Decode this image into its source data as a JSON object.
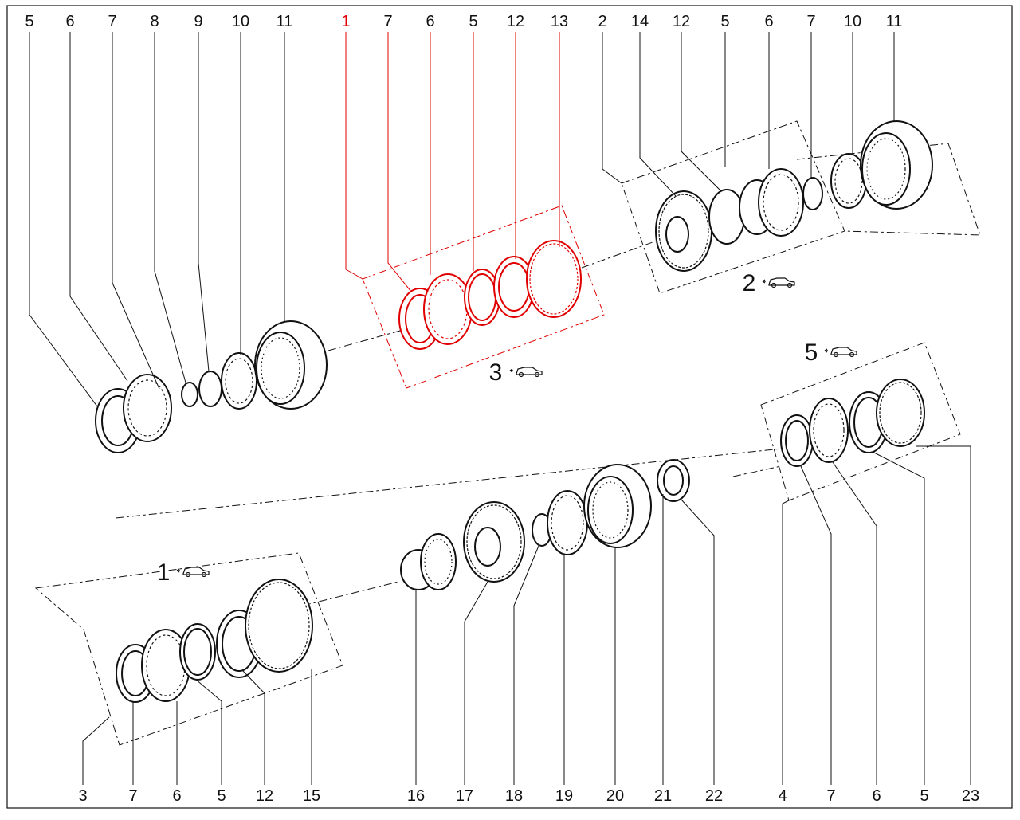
{
  "top_labels": [
    "5",
    "6",
    "7",
    "8",
    "9",
    "10",
    "11",
    "1",
    "7",
    "6",
    "5",
    "12",
    "13",
    "2",
    "14",
    "12",
    "5",
    "6",
    "7",
    "10",
    "11"
  ],
  "bottom_labels": [
    "3",
    "7",
    "6",
    "5",
    "12",
    "15",
    "16",
    "17",
    "18",
    "19",
    "20",
    "21",
    "22",
    "4",
    "7",
    "6",
    "5",
    "23"
  ],
  "groups": {
    "g1": "1",
    "g2": "2",
    "g3": "3",
    "g5": "5"
  },
  "highlight_color": "#e00000",
  "line_color": "#111111",
  "car_icon": "car-arrow-icon"
}
